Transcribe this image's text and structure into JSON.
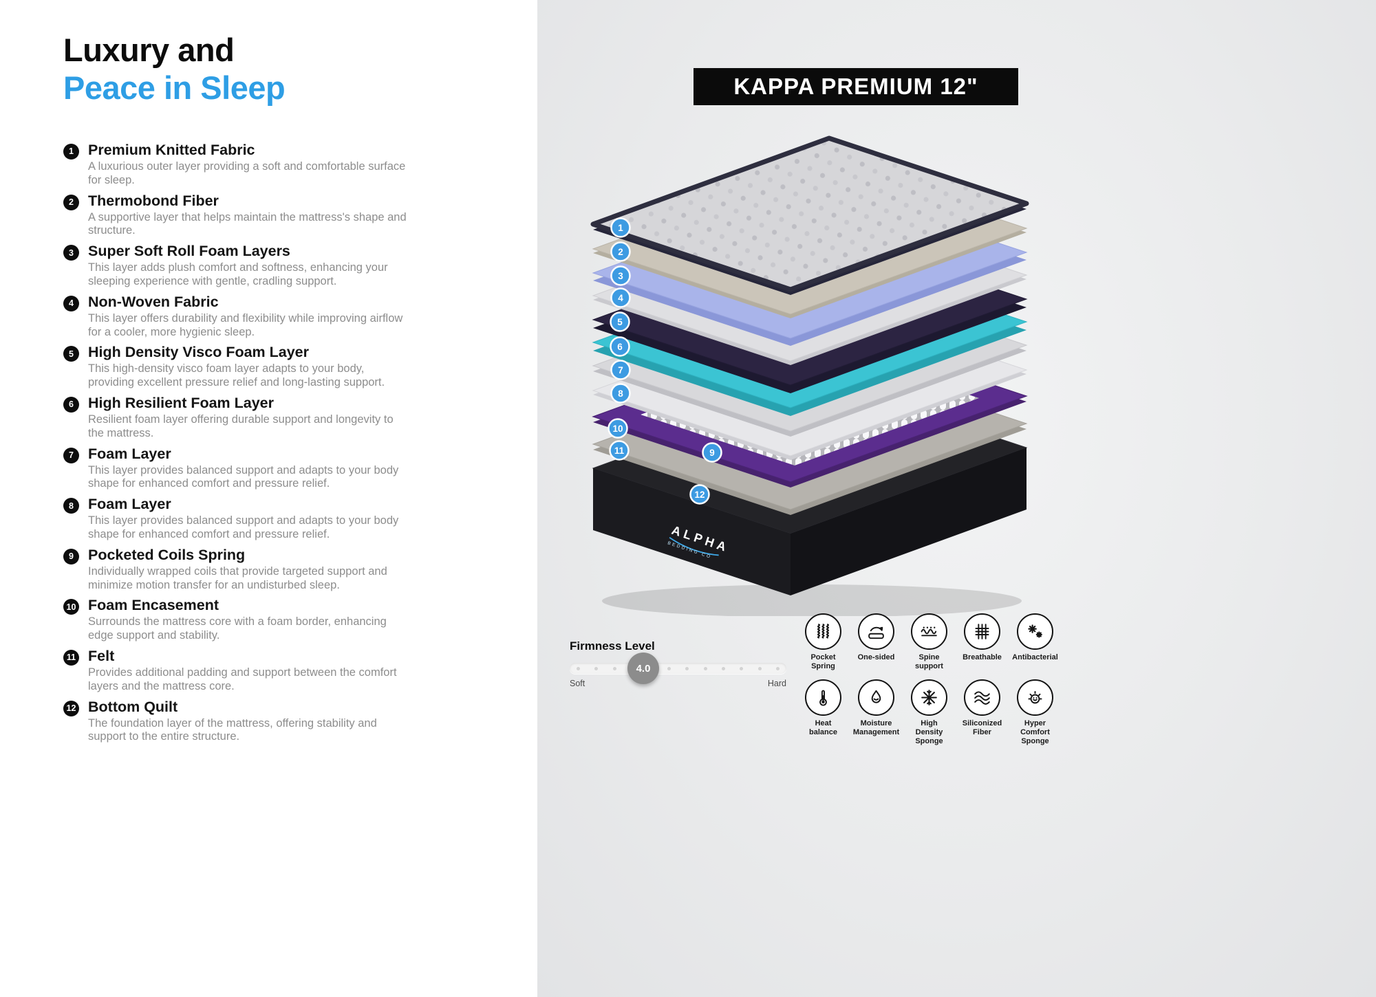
{
  "page": {
    "title_line1": "Luxury and",
    "title_line2": "Peace in Sleep"
  },
  "colors": {
    "accent_blue": "#2e9ee5",
    "badge_blue": "#3d9be2",
    "banner_bg": "#0b0b0b"
  },
  "product": {
    "banner": "KAPPA PREMIUM 12\""
  },
  "layers": [
    {
      "num": "1",
      "title": "Premium Knitted Fabric",
      "desc": "A luxurious outer layer providing a soft and comfortable surface for sleep."
    },
    {
      "num": "2",
      "title": "Thermobond Fiber",
      "desc": "A supportive layer that helps maintain the mattress's shape and structure."
    },
    {
      "num": "3",
      "title": "Super Soft Roll Foam Layers",
      "desc": "This layer adds plush comfort and softness, enhancing your sleeping experience with gentle, cradling support."
    },
    {
      "num": "4",
      "title": "Non-Woven Fabric",
      "desc": "This layer offers durability and flexibility while improving airflow for a cooler, more hygienic sleep."
    },
    {
      "num": "5",
      "title": "High Density Visco Foam Layer",
      "desc": "This high-density visco foam layer adapts to your body, providing excellent pressure relief and long-lasting support."
    },
    {
      "num": "6",
      "title": "High Resilient Foam Layer",
      "desc": "Resilient foam layer offering durable support and longevity to the mattress."
    },
    {
      "num": "7",
      "title": "Foam Layer",
      "desc": "This layer provides balanced support and adapts to your body shape for enhanced comfort and pressure relief."
    },
    {
      "num": "8",
      "title": "Foam Layer",
      "desc": "This layer provides balanced support and adapts to your body shape for enhanced comfort and pressure relief."
    },
    {
      "num": "9",
      "title": "Pocketed Coils Spring",
      "desc": "Individually wrapped coils that provide targeted support and minimize motion transfer for an undisturbed sleep."
    },
    {
      "num": "10",
      "title": "Foam Encasement",
      "desc": "Surrounds the mattress core with a foam border, enhancing edge support and stability."
    },
    {
      "num": "11",
      "title": "Felt",
      "desc": "Provides additional padding and support between the comfort layers and the mattress core."
    },
    {
      "num": "12",
      "title": "Bottom Quilt",
      "desc": "The foundation layer of the mattress, offering stability and support to the entire structure."
    }
  ],
  "illustration": {
    "logo": "ALPHA",
    "logo_sub": "BEDDING CO"
  },
  "firmness": {
    "label": "Firmness Level",
    "value": "4.0",
    "min_label": "Soft",
    "max_label": "Hard"
  },
  "features": [
    {
      "icon": "pocket-spring-icon",
      "label": "Pocket\nSpring"
    },
    {
      "icon": "one-sided-icon",
      "label": "One-sided"
    },
    {
      "icon": "spine-support-icon",
      "label": "Spine\nsupport"
    },
    {
      "icon": "breathable-icon",
      "label": "Breathable"
    },
    {
      "icon": "antibacterial-icon",
      "label": "Antibacterial"
    },
    {
      "icon": "heat-balance-icon",
      "label": "Heat\nbalance"
    },
    {
      "icon": "moisture-management-icon",
      "label": "Moisture\nManagement"
    },
    {
      "icon": "high-density-sponge-icon",
      "label": "High\nDensity\nSponge"
    },
    {
      "icon": "siliconized-fiber-icon",
      "label": "Siliconized\nFiber"
    },
    {
      "icon": "hyper-comfort-sponge-icon",
      "label": "Hyper\nComfort\nSponge"
    }
  ]
}
